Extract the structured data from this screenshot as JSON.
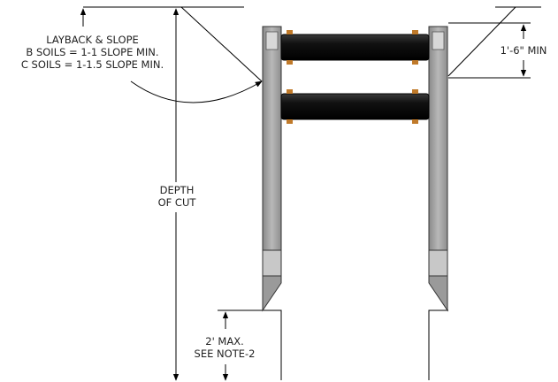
{
  "notes": {
    "layback": {
      "title": "LAYBACK & SLOPE",
      "line_b": "B SOILS = 1-1 SLOPE MIN.",
      "line_c": "C SOILS = 1-1.5 SLOPE MIN."
    },
    "depth": {
      "line1": "DEPTH",
      "line2": "OF CUT"
    },
    "min_extension": "1'-6\" MIN",
    "max_gap": {
      "line1": "2' MAX.",
      "line2": "SEE NOTE-2"
    }
  }
}
